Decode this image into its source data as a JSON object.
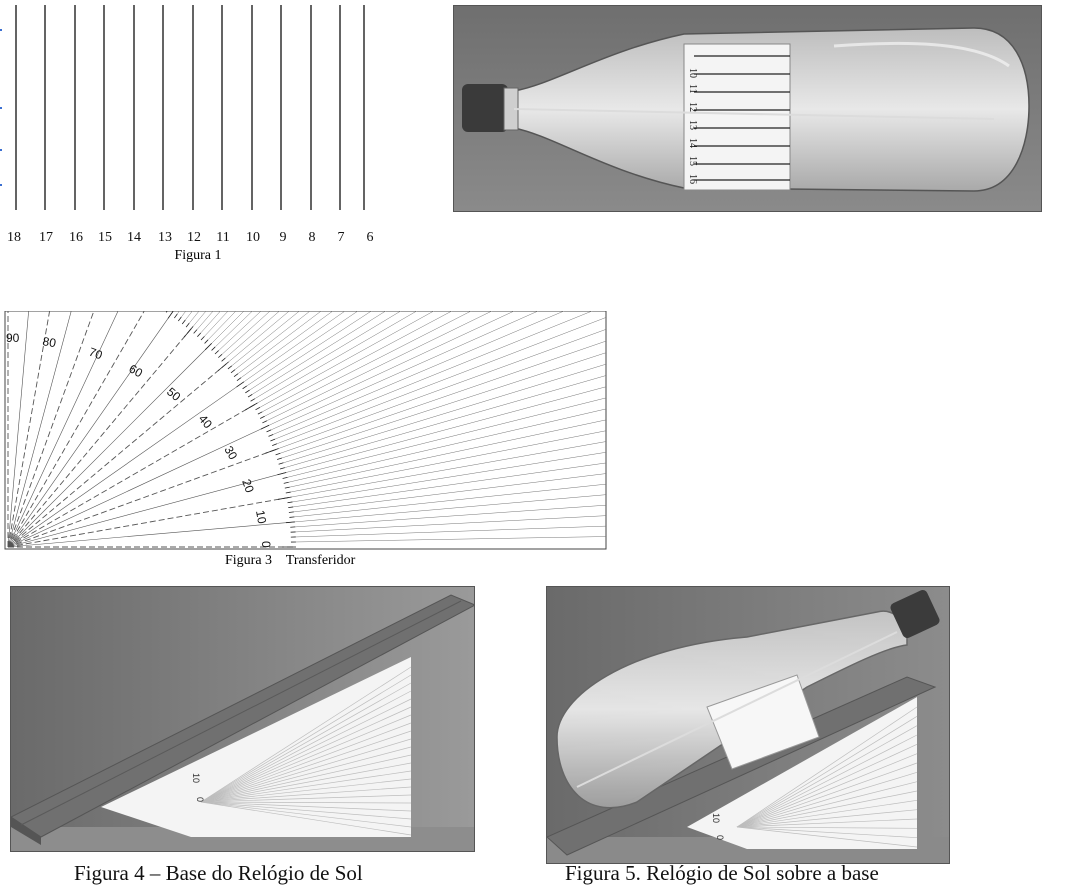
{
  "figure1": {
    "hour_labels": [
      "18",
      "17",
      "16",
      "15",
      "14",
      "13",
      "12",
      "11",
      "10",
      "9",
      "8",
      "7",
      "6"
    ],
    "caption": "Figura 1"
  },
  "figure2_photo": {
    "scale_labels": [
      "10",
      "11",
      "12",
      "13",
      "14",
      "15",
      "16"
    ]
  },
  "figure3": {
    "angle_labels": [
      "90",
      "80",
      "70",
      "60",
      "50",
      "40",
      "30",
      "20",
      "10",
      "0"
    ],
    "caption": "Figura 3    Transferidor"
  },
  "figure4": {
    "caption": "Figura 4 – Base do Relógio de Sol",
    "scale_labels": [
      "10",
      "0"
    ]
  },
  "figure5": {
    "caption": "Figura 5. Relógio de Sol sobre a base",
    "scale_labels": [
      "10",
      "0"
    ]
  },
  "colors": {
    "photo_background": "#7a7a7a",
    "cardboard": "#6b6b6b",
    "paper": "#f4f4f4",
    "ink": "#111111"
  }
}
